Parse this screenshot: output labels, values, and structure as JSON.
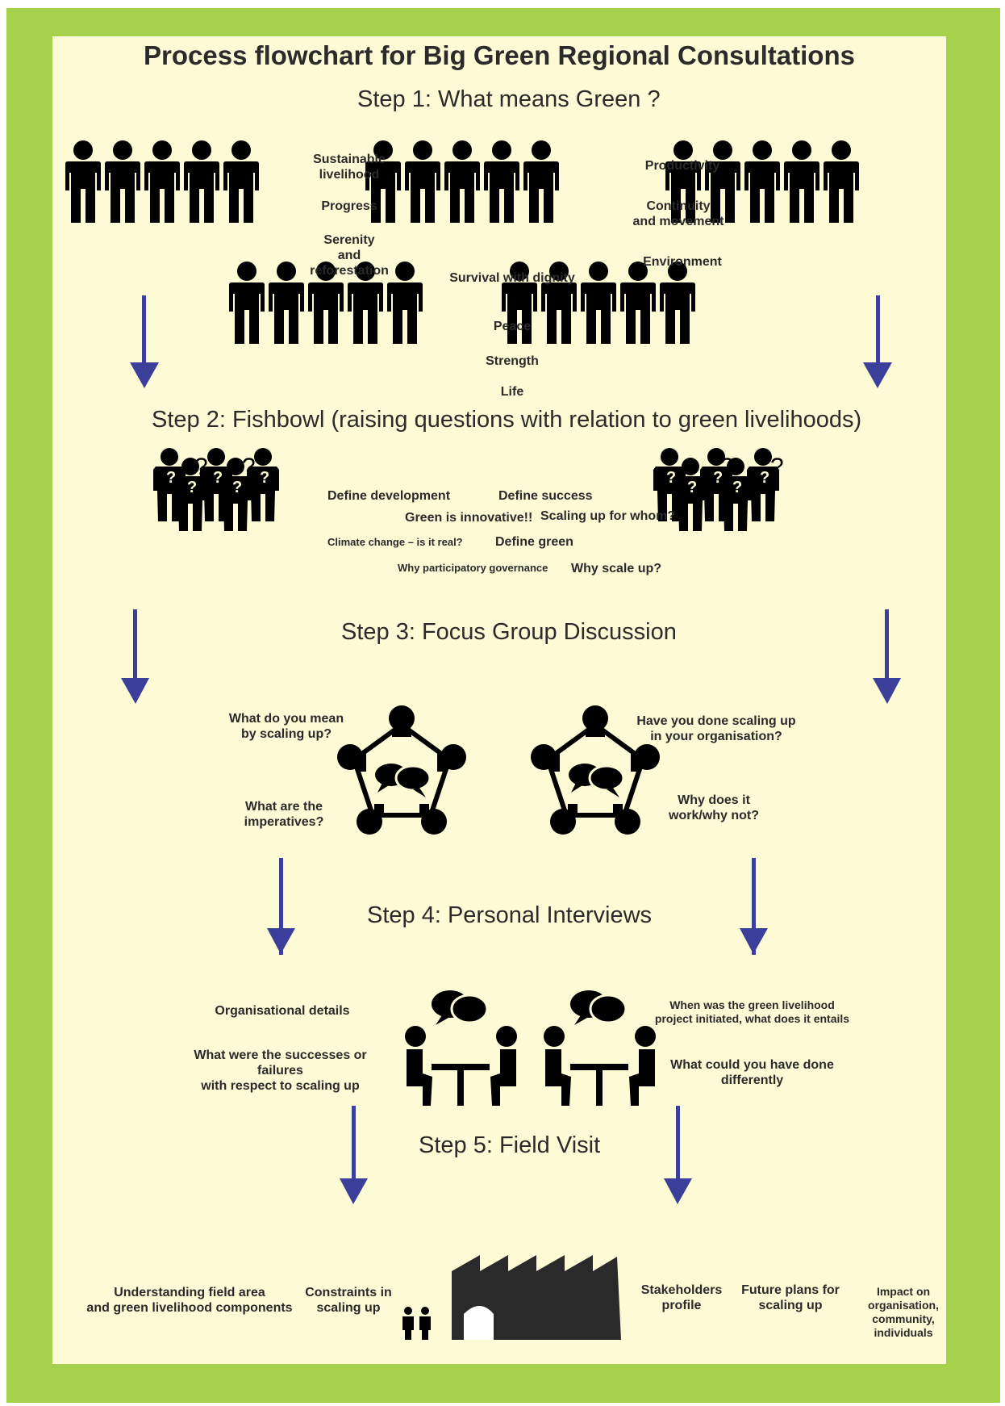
{
  "title": "Process flowchart for Big Green Regional Consultations",
  "colors": {
    "border": "#a6d14c",
    "background": "#fdfbd6",
    "arrow": "#3b3f9a",
    "icon": "#000000",
    "text": "#2b2b2b"
  },
  "step1": {
    "heading": "Step 1: What means Green ?",
    "words": {
      "sustainable": "Sustainable\nlivelihood",
      "progress": "Progress",
      "serenity": "Serenity\nand\nreforestation",
      "productivity": "Productivity",
      "continuity": "Continuity\nand movement",
      "environment": "Environment",
      "survival": "Survival with dignity",
      "peace": "Peace",
      "strength": "Strength",
      "life": "Life"
    }
  },
  "step2": {
    "heading": "Step 2: Fishbowl (raising questions with relation to green livelihoods)",
    "questions": {
      "define_development": "Define development",
      "define_success": "Define success",
      "green_innovative": "Green is innovative!!",
      "scaling_whom": "Scaling up for whom?",
      "climate_change": "Climate change – is it real?",
      "define_green": "Define green",
      "participatory": "Why participatory governance",
      "why_scale": "Why scale up?"
    }
  },
  "step3": {
    "heading": "Step 3: Focus Group Discussion",
    "questions": {
      "mean_scaling": "What do you mean\nby scaling up?",
      "imperatives": "What are the\nimperatives?",
      "done_scaling": "Have you done scaling up\nin your organisation?",
      "why_work": "Why does it\nwork/why not?"
    }
  },
  "step4": {
    "heading": "Step 4: Personal Interviews",
    "questions": {
      "org_details": "Organisational details",
      "successes": "What were the successes or failures\nwith respect to scaling up",
      "initiated": "When was the green livelihood\nproject initiated, what does it entails",
      "differently": "What could you have done\ndifferently"
    }
  },
  "step5": {
    "heading": "Step 5: Field Visit",
    "items": {
      "understanding": "Understanding field area\nand green livelihood components",
      "constraints": "Constraints in\nscaling up",
      "stakeholders": "Stakeholders\nprofile",
      "future": "Future plans for\nscaling up",
      "impact": "Impact on organisation,\ncommunity, individuals"
    }
  }
}
